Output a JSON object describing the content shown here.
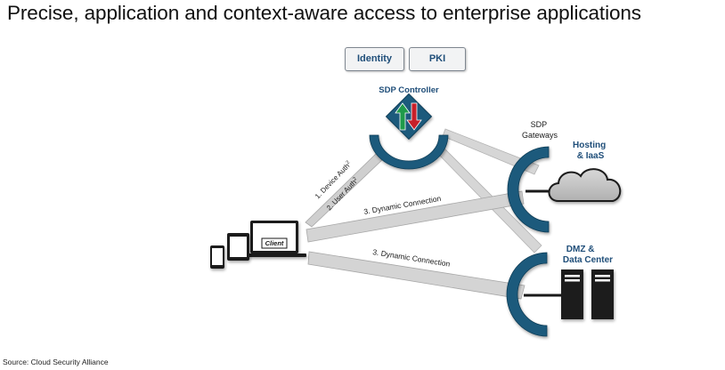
{
  "title": "Precise, application and context-aware access to enterprise applications",
  "source": "Source: Cloud Security Alliance",
  "badges": {
    "identity": "Identity",
    "pki": "PKI"
  },
  "controller_label": "SDP Controller",
  "gateways_label": [
    "SDP",
    "Gateways"
  ],
  "hosting_label": [
    "Hosting",
    "& IaaS"
  ],
  "dmz_label": [
    "DMZ &",
    "Data Center"
  ],
  "client_label": "Client",
  "auth_labels": {
    "device": "1. Device Auth",
    "user": "2. User Auth",
    "sup": "2"
  },
  "connection_labels": {
    "upper": "3. Dynamic Connection",
    "lower": "3. Dynamic Connection"
  },
  "colors": {
    "accent": "#1b5a7c",
    "label_blue": "#1f4e79",
    "arrow_up": "#1f9a4a",
    "arrow_down": "#c8202a",
    "beam": "#d4d4d4"
  }
}
